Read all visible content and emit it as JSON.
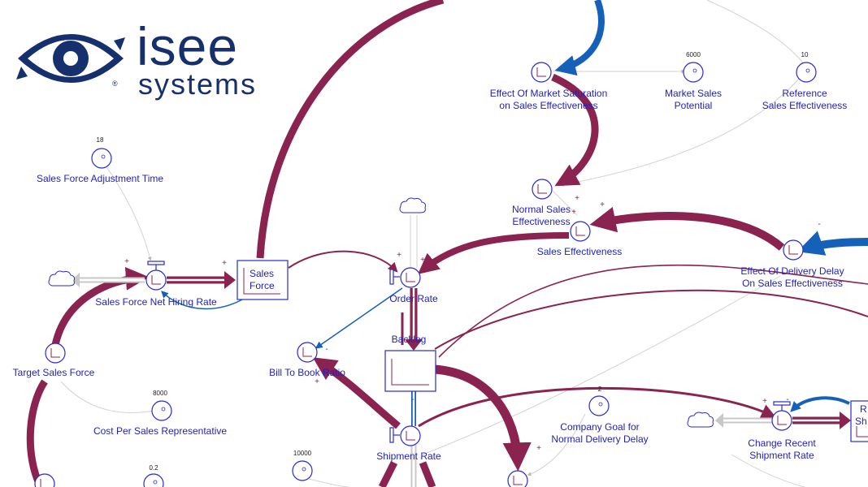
{
  "logo": {
    "word1": "isee",
    "word2": "systems",
    "reg": "®"
  },
  "colors": {
    "link": "#8a2350",
    "blue_link": "#1560b8",
    "label": "#1f1fbf",
    "node": "#2a2acf",
    "thin": "#cfcfcf"
  },
  "stocks": {
    "sales_force": {
      "label_line1": "Sales",
      "label_line2": "Force"
    },
    "backlog": {
      "label": "Backlog"
    }
  },
  "flows": {
    "sales_force_net_hiring_rate": {
      "label": "Sales Force Net Hiring Rate"
    },
    "order_rate": {
      "label": "Order Rate"
    },
    "shipment_rate": {
      "label": "Shipment Rate"
    },
    "change_recent_shipment_rate": {
      "label_line1": "Change Recent",
      "label_line2": "Shipment Rate"
    }
  },
  "converters": {
    "effect_market_saturation": {
      "label_line1": "Effect Of Market Saturation",
      "label_line2": "on Sales Effectiveness"
    },
    "market_sales_potential": {
      "label_line1": "Market Sales",
      "label_line2": "Potential",
      "value": "6000"
    },
    "reference_sales_effectiveness": {
      "label_line1": "Reference",
      "label_line2": "Sales Effectiveness",
      "value": "10"
    },
    "normal_sales_effectiveness": {
      "label_line1": "Normal Sales",
      "label_line2": "Effectiveness"
    },
    "sales_effectiveness": {
      "label": "Sales Effectiveness"
    },
    "effect_delivery_delay": {
      "label_line1": "Effect Of Delivery Delay",
      "label_line2": "On Sales Effectiveness"
    },
    "sales_force_adjustment_time": {
      "label": "Sales Force Adjustment Time",
      "value": "18"
    },
    "target_sales_force": {
      "label": "Target Sales Force"
    },
    "cost_per_sales_representative": {
      "label": "Cost Per Sales Representative",
      "value": "8000"
    },
    "bill_to_book_ratio": {
      "label": "Bill To Book Ratio"
    },
    "company_goal_delivery_delay": {
      "label_line1": "Company Goal for",
      "label_line2": "Normal Delivery Delay",
      "value": "2"
    },
    "unnamed_10000": {
      "value": "10000"
    },
    "unnamed_0_2": {
      "value": "0.2"
    }
  },
  "partial_stock_letters": {
    "line1": "R",
    "line2": "Sh"
  },
  "polarity": {
    "plus": "+",
    "minus": "-"
  }
}
